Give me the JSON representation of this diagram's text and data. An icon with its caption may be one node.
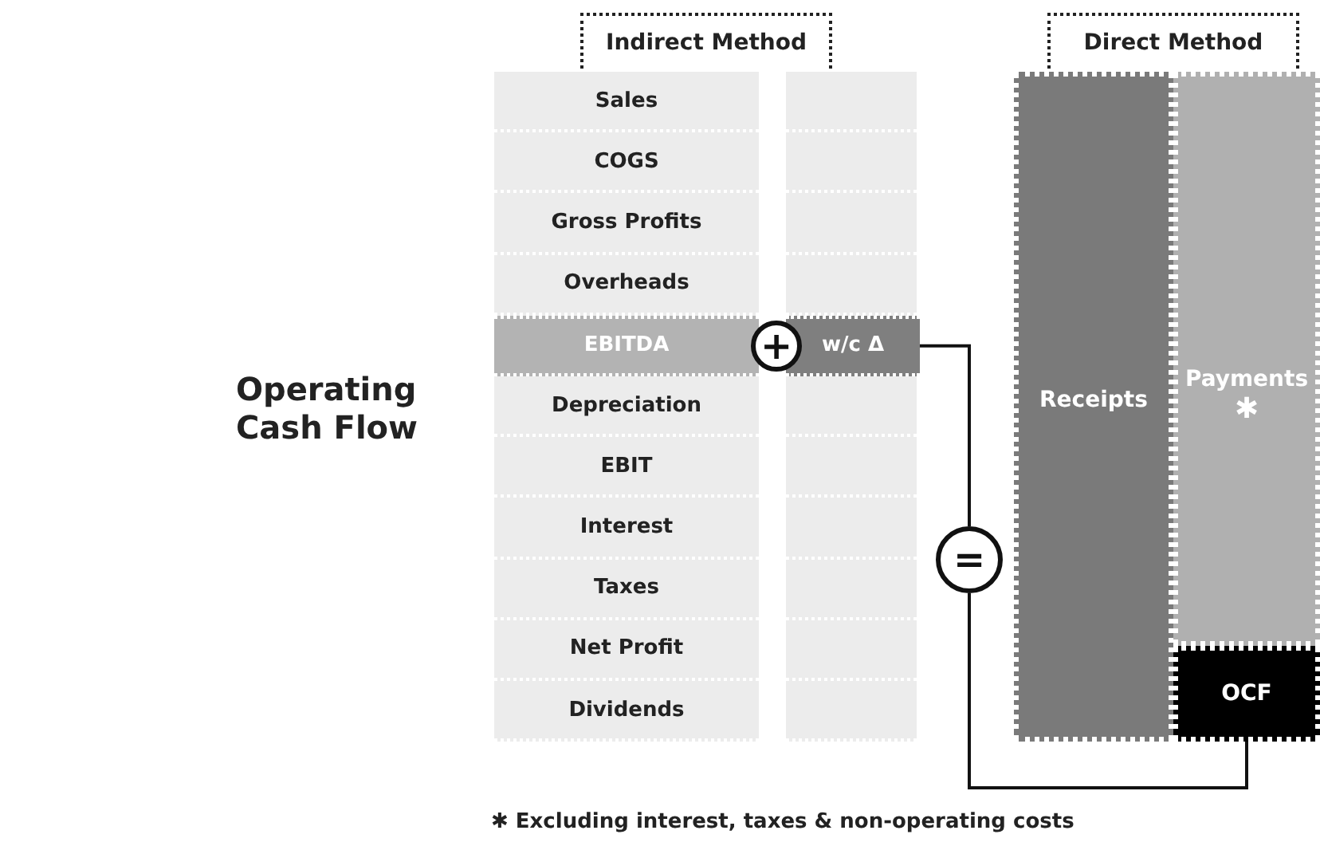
{
  "diagram": {
    "nodes": [
      {
        "text": [
          "Indirect Method"
        ]
      },
      {
        "text": [
          "Direct Method"
        ]
      },
      {
        "text": [
          "Sales"
        ]
      },
      {
        "text": [],
        "shape": "box"
      },
      {
        "text": [
          "COGS"
        ]
      },
      {
        "text": [],
        "shape": "box"
      },
      {
        "text": [
          "Gross Profits"
        ]
      },
      {
        "text": [],
        "shape": "box"
      },
      {
        "text": [
          "Overheads"
        ]
      },
      {
        "text": [],
        "shape": "box"
      },
      {
        "text": [
          "EBITDA"
        ]
      },
      {
        "text": [
          "+"
        ]
      },
      {
        "text": [
          "w/c Δ"
        ]
      },
      {
        "text": [
          "Depreciation"
        ]
      },
      {
        "text": [],
        "shape": "box"
      },
      {
        "text": [
          "EBIT"
        ]
      },
      {
        "text": [],
        "shape": "box"
      },
      {
        "text": [
          "Interest"
        ]
      },
      {
        "text": [],
        "shape": "box"
      },
      {
        "text": [
          "Taxes"
        ]
      },
      {
        "text": [],
        "shape": "box"
      },
      {
        "text": [
          "Net Profit"
        ]
      },
      {
        "text": [],
        "shape": "box"
      },
      {
        "text": [
          "Dividends"
        ]
      },
      {
        "text": [],
        "shape": "box"
      },
      {
        "text": [
          "="
        ]
      },
      {
        "text": [
          "Receipts"
        ]
      },
      {
        "text": [
          "Payments",
          "✱"
        ]
      },
      {
        "text": [
          "OCF"
        ]
      }
    ],
    "edges": [
      {
        "from": 12,
        "to": 25,
        "arrow": "none"
      },
      {
        "from": 25,
        "to": 28,
        "arrow": "none"
      }
    ],
    "labels": [
      "Operating Cash Flow",
      "✱ Excluding interest, taxes & non-operating costs"
    ]
  }
}
